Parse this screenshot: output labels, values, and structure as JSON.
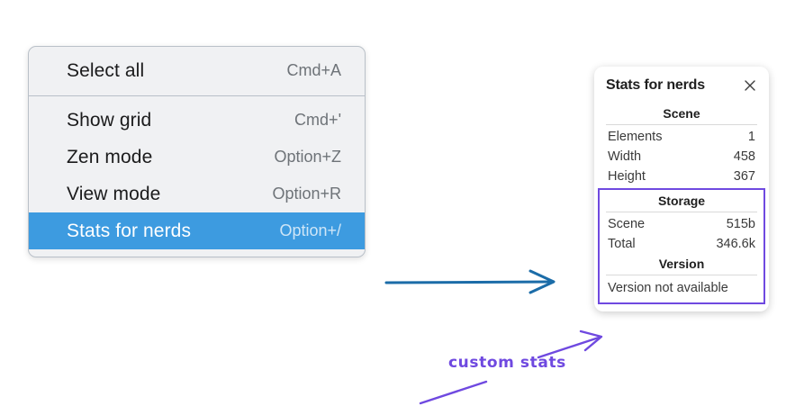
{
  "context_menu": {
    "groups": [
      {
        "items": [
          {
            "label": "Select all",
            "shortcut": "Cmd+A",
            "highlighted": false
          }
        ]
      },
      {
        "items": [
          {
            "label": "Show grid",
            "shortcut": "Cmd+'",
            "highlighted": false
          },
          {
            "label": "Zen mode",
            "shortcut": "Option+Z",
            "highlighted": false
          },
          {
            "label": "View mode",
            "shortcut": "Option+R",
            "highlighted": false
          },
          {
            "label": "Stats for nerds",
            "shortcut": "Option+/",
            "highlighted": true
          }
        ]
      }
    ],
    "highlight_color": "#3d9be0",
    "background_color": "#f0f1f3"
  },
  "stats_panel": {
    "title": "Stats for nerds",
    "close_icon": "close-icon",
    "sections": [
      {
        "name": "Scene",
        "heading": "Scene",
        "rows": [
          {
            "key": "Elements",
            "value": "1"
          },
          {
            "key": "Width",
            "value": "458"
          },
          {
            "key": "Height",
            "value": "367"
          }
        ]
      },
      {
        "name": "Storage",
        "heading": "Storage",
        "rows": [
          {
            "key": "Scene",
            "value": "515b"
          },
          {
            "key": "Total",
            "value": "346.6k"
          }
        ]
      },
      {
        "name": "Version",
        "heading": "Version",
        "note": "Version not available",
        "rows": []
      }
    ]
  },
  "annotations": {
    "custom_stats_label": "custom stats",
    "purple_color": "#6f49e0",
    "blue_color": "#1b6ca8"
  }
}
